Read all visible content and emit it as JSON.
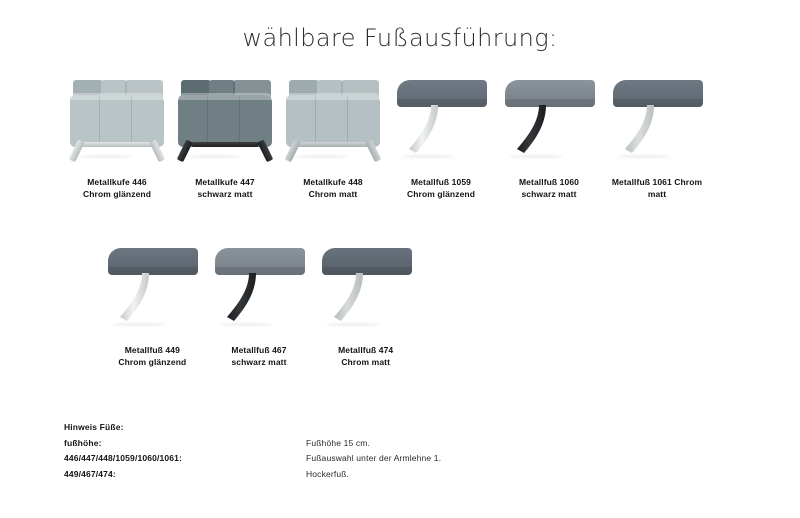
{
  "title": "wählbare Fußausführung:",
  "rows": [
    {
      "id": "row-1",
      "items": [
        {
          "name": "metallkufe-446",
          "caption_line1": "Metallkufe 446",
          "caption_line2": "Chrom glänzend",
          "image_type": "sofa-corner-runner",
          "upholstery_color": "#b9c4c6",
          "upholstery_shadow": "#a3b0b3",
          "metal_color": "#b6bcbe",
          "metal_highlight": "#e2e6e7"
        },
        {
          "name": "metallkufe-447",
          "caption_line1": "Metallkufe 447",
          "caption_line2": "schwarz matt",
          "image_type": "sofa-corner-runner",
          "upholstery_color": "#6f7f84",
          "upholstery_shadow": "#5d6c71",
          "metal_color": "#1d1f21",
          "metal_highlight": "#3b3f42"
        },
        {
          "name": "metallkufe-448",
          "caption_line1": "Metallkufe 448",
          "caption_line2": "Chrom matt",
          "image_type": "sofa-corner-runner",
          "upholstery_color": "#b4c0c3",
          "upholstery_shadow": "#9dabaf",
          "metal_color": "#a8aeb0",
          "metal_highlight": "#cfd4d5"
        },
        {
          "name": "metallfuss-1059",
          "caption_line1": "Metallfuß 1059",
          "caption_line2": "Chrom glänzend",
          "image_type": "block-curved-leg",
          "upholstery_color": "#707a84",
          "upholstery_shadow": "#5f6872",
          "metal_color": "#c2c7c9",
          "metal_highlight": "#f1f3f4"
        },
        {
          "name": "metallfuss-1060",
          "caption_line1": "Metallfuß 1060",
          "caption_line2": "schwarz matt",
          "image_type": "block-curved-leg",
          "upholstery_color": "#8b939b",
          "upholstery_shadow": "#767e86",
          "metal_color": "#1b1d1f",
          "metal_highlight": "#35383b"
        },
        {
          "name": "metallfuss-1061",
          "caption_line1": "Metallfuß 1061 Chrom",
          "caption_line2": "matt",
          "image_type": "block-curved-leg",
          "upholstery_color": "#6e7882",
          "upholstery_shadow": "#5c6670",
          "metal_color": "#b9bec0",
          "metal_highlight": "#dcdfe0"
        }
      ]
    },
    {
      "id": "row-2",
      "items": [
        {
          "name": "metallfuss-449",
          "caption_line1": "Metallfuß 449",
          "caption_line2": "Chrom glänzend",
          "image_type": "block-curved-leg",
          "upholstery_color": "#6c7680",
          "upholstery_shadow": "#5a636d",
          "metal_color": "#c4c9cb",
          "metal_highlight": "#f2f4f4"
        },
        {
          "name": "metallfuss-467",
          "caption_line1": "Metallfuß 467",
          "caption_line2": "schwarz matt",
          "image_type": "block-curved-leg",
          "upholstery_color": "#8b939b",
          "upholstery_shadow": "#767e86",
          "metal_color": "#1b1d1f",
          "metal_highlight": "#35383b"
        },
        {
          "name": "metallfuss-474",
          "caption_line1": "Metallfuß 474",
          "caption_line2": "Chrom matt",
          "image_type": "block-curved-leg",
          "upholstery_color": "#68727c",
          "upholstery_shadow": "#576069",
          "metal_color": "#b6bbbd",
          "metal_highlight": "#d8dbdc"
        }
      ]
    }
  ],
  "notes": [
    {
      "left": "Hinweis Füße:",
      "right": ""
    },
    {
      "left": "fußhöhe:",
      "right": "Fußhöhe 15 cm."
    },
    {
      "left": "446/447/448/1059/1060/1061:",
      "right": "Fußauswahl unter der Armlehne 1."
    },
    {
      "left": "449/467/474:",
      "right": "Hockerfuß."
    }
  ]
}
